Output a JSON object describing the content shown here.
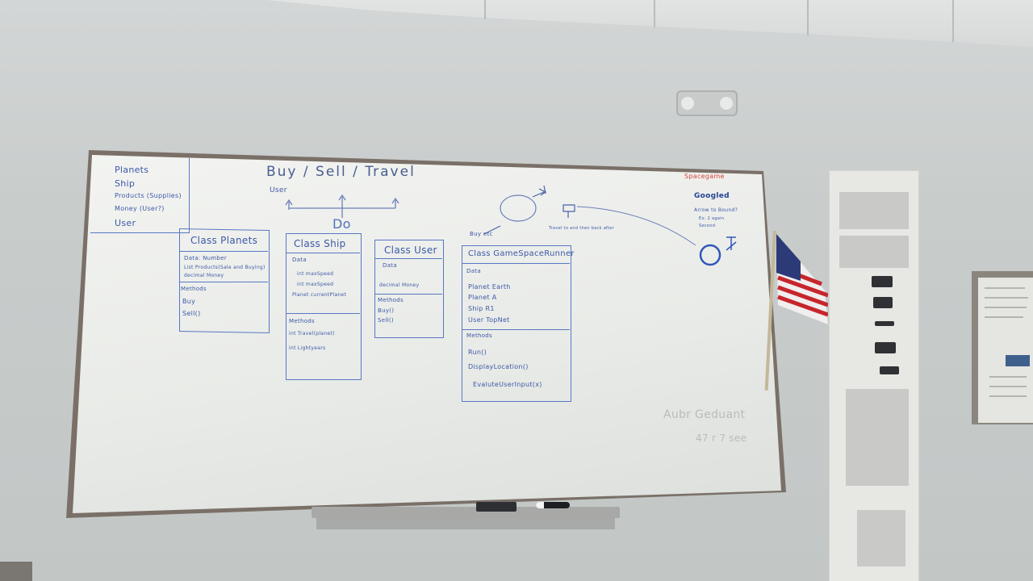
{
  "board": {
    "heading": "Buy / Sell / Travel",
    "user_marker": "User",
    "do_label": "Do",
    "goto_label": "Buy etc",
    "arrow_label": "Travel to and then back after",
    "legend": {
      "title_red": "Spacegame",
      "title_blue": "Googled",
      "notes": [
        "Arrow to Bound?",
        "Ex: 2 again",
        "Second"
      ]
    },
    "top_left_list": [
      "Planets",
      "Ship",
      "Products (Supplies)",
      "Money (User?)",
      "User"
    ],
    "classes": [
      {
        "title": "Class Planets",
        "sections": [
          {
            "header": "Data: Number",
            "items": [
              "List Products(Sale and Buying)",
              "decimal Money"
            ]
          },
          {
            "header": "Methods",
            "items": [
              "Buy",
              "Sell()"
            ]
          }
        ]
      },
      {
        "title": "Class Ship",
        "sections": [
          {
            "header": "Data",
            "items": [
              "int maxSpeed",
              "int maxSpeed",
              "Planet currentPlanet"
            ]
          },
          {
            "header": "Methods",
            "items": [
              "int Travel(planet)",
              "int Lightyears"
            ]
          }
        ]
      },
      {
        "title": "Class User",
        "sections": [
          {
            "header": "Data",
            "items": [
              "decimal Money"
            ]
          },
          {
            "header": "Methods",
            "items": [
              "Buy()",
              "Sell()"
            ]
          }
        ]
      },
      {
        "title": "Class GameSpaceRunner",
        "sections": [
          {
            "header": "Data",
            "items": [
              "Planet Earth",
              "Planet A",
              "Ship R1",
              "User TopNet"
            ]
          },
          {
            "header": "Methods",
            "items": [
              "Run()",
              "DisplayLocation()",
              "EvaluteUserInput(x)"
            ]
          }
        ]
      }
    ],
    "faint_notes": [
      "Aubr Geduant",
      "47 r 7 see"
    ]
  },
  "colors": {
    "marker_blue": "#3b58a6",
    "marker_red": "#d9453a",
    "wall": "#c8cccb"
  },
  "icons": [
    "fire-alarm-icon",
    "us-flag-icon",
    "eraser-icon",
    "marker-icon"
  ]
}
